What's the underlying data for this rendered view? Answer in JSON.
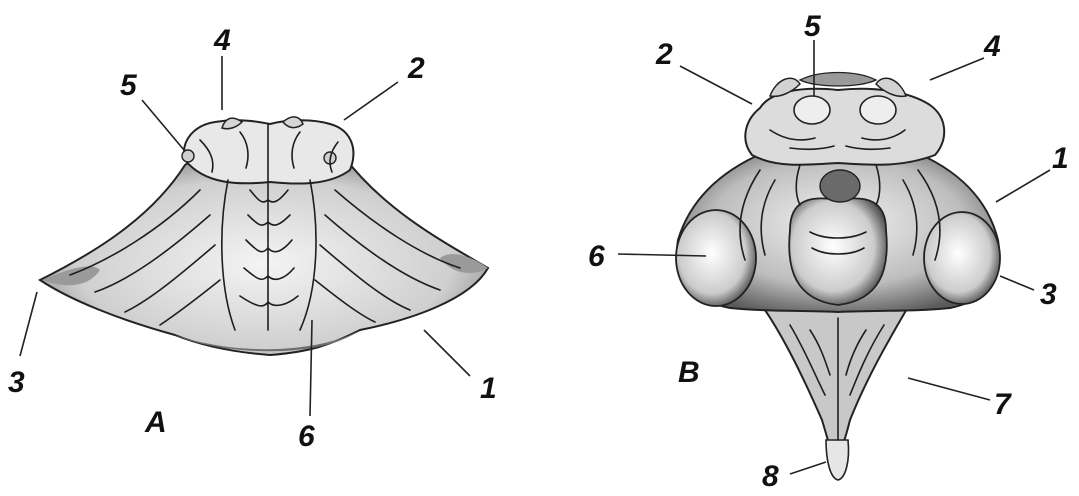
{
  "figure_a": {
    "panel_label": "A",
    "labels": {
      "l1": "1",
      "l2": "2",
      "l3": "3",
      "l4": "4",
      "l5": "5",
      "l6": "6"
    }
  },
  "figure_b": {
    "panel_label": "B",
    "labels": {
      "l1": "1",
      "l2": "2",
      "l3": "3",
      "l4": "4",
      "l5": "5",
      "l6": "6",
      "l7": "7",
      "l8": "8"
    }
  }
}
